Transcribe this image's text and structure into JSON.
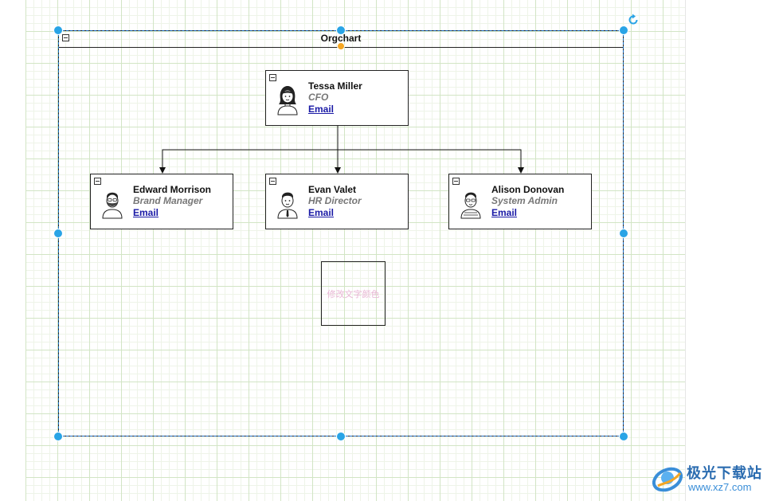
{
  "diagram": {
    "container": {
      "title": "Orgchart"
    },
    "cards": [
      {
        "name": "Tessa Miller",
        "role": "CFO",
        "email": "Email"
      },
      {
        "name": "Edward Morrison",
        "role": "Brand Manager",
        "email": "Email"
      },
      {
        "name": "Evan Valet",
        "role": "HR Director",
        "email": "Email"
      },
      {
        "name": "Alison Donovan",
        "role": "System Admin",
        "email": "Email"
      }
    ],
    "text_box": {
      "text": "修改文字颜色",
      "color": "#e8b6d4"
    }
  },
  "colors": {
    "grid_major": "#d2e5c5",
    "grid_minor": "#eef4e8",
    "selection": "#29a4e6",
    "link": "#1a1aa6"
  },
  "watermark": {
    "title": "极光下载站",
    "url": "www.xz7.com"
  }
}
